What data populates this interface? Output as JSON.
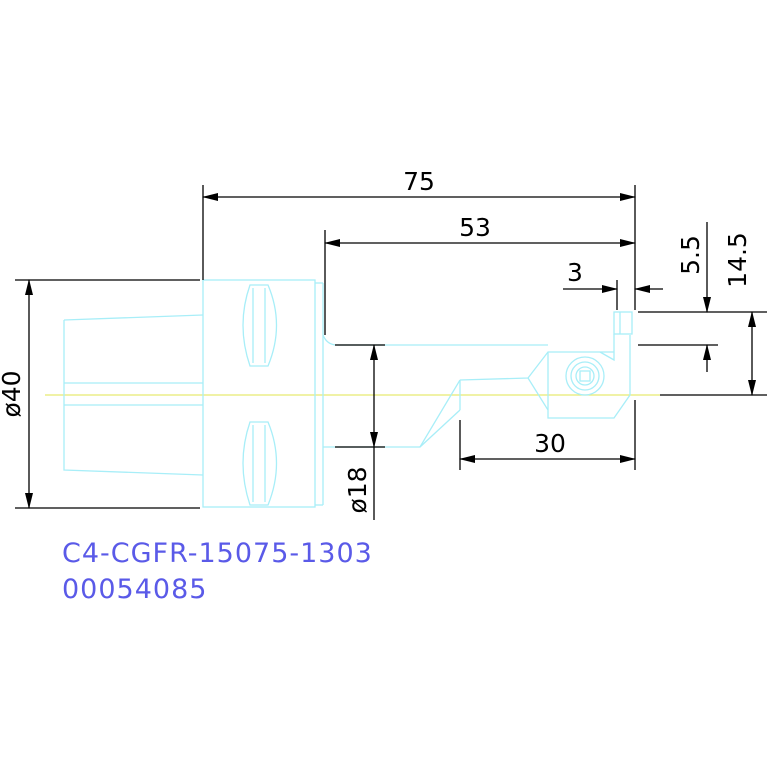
{
  "drawing": {
    "background_color": "#ffffff",
    "outline_color": "#a8eef8",
    "dimension_color": "#000000",
    "axis_color": "#e8ea70",
    "code_color": "#5a5ae8"
  },
  "dimensions": {
    "overall_length": "75",
    "shank_length": "53",
    "head_length": "30",
    "edge_width": "3",
    "edge_offset": "5.5",
    "center_height": "14.5",
    "flange_diameter": "ø40",
    "shank_diameter": "ø18"
  },
  "part": {
    "code": "C4-CGFR-15075-1303",
    "number": "00054085"
  }
}
